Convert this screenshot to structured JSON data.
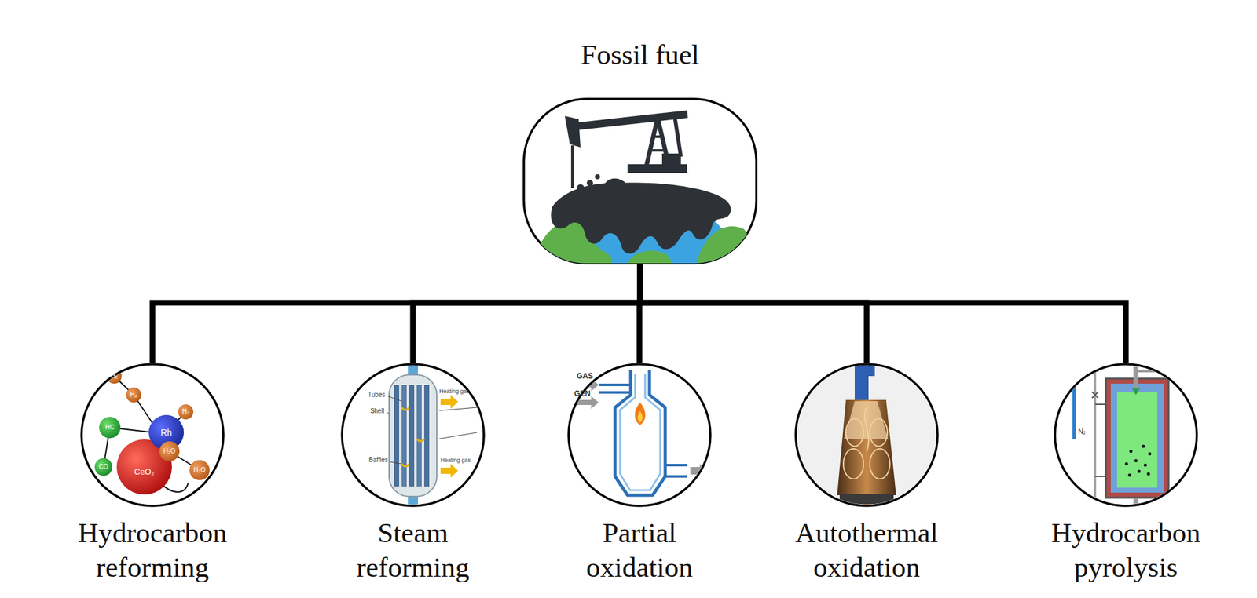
{
  "diagram": {
    "nodes": [
      {
        "text": [
          "Fossil fuel"
        ]
      },
      {
        "text": [
          "Hydrocarbon reforming"
        ]
      },
      {
        "text": [
          "Steam reforming"
        ]
      },
      {
        "text": [
          "Partial oxidation"
        ]
      },
      {
        "text": [
          "Autothermal oxidation"
        ]
      },
      {
        "text": [
          "Hydrocarbon pyrolysis"
        ]
      }
    ],
    "edges": [
      {
        "from": 0,
        "to": 1,
        "arrow": "none"
      },
      {
        "from": 0,
        "to": 2,
        "arrow": "none"
      },
      {
        "from": 0,
        "to": 3,
        "arrow": "none"
      },
      {
        "from": 0,
        "to": 4,
        "arrow": "none"
      },
      {
        "from": 0,
        "to": 5,
        "arrow": "none"
      }
    ],
    "labels": [
      "H₂",
      "H₂",
      "Rh",
      "HC",
      "CO",
      "H₂",
      "H₂O",
      "CeO₂",
      "H₂O",
      "Tubes",
      "Shell",
      "Baffles",
      "Heating gas",
      "Heating gas",
      "GAS",
      "GEN",
      "N₂"
    ]
  }
}
